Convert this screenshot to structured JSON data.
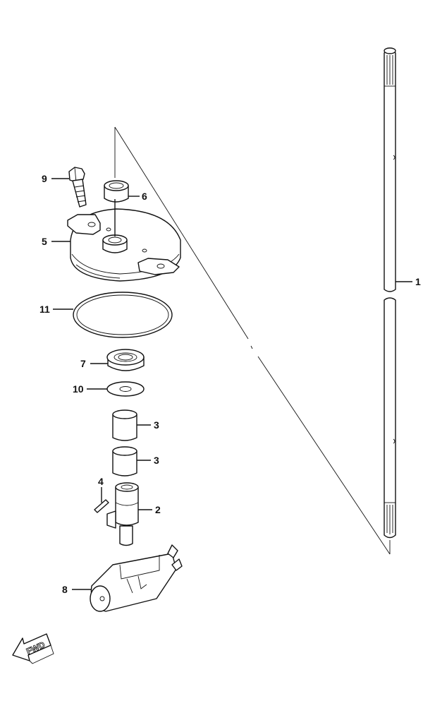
{
  "callouts": {
    "c1": "1",
    "c2": "2",
    "c3a": "3",
    "c3b": "3",
    "c4": "4",
    "c5": "5",
    "c6": "6",
    "c7": "7",
    "c8": "8",
    "c9": "9",
    "c10": "10",
    "c11": "11"
  },
  "direction_arrow": {
    "label": "FWD",
    "icon": "fwd-arrow-icon"
  }
}
